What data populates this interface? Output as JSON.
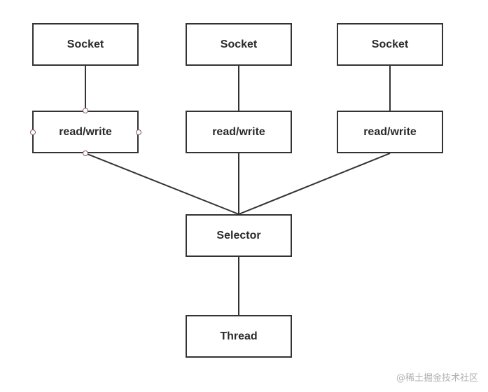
{
  "diagram": {
    "sockets": [
      {
        "label": "Socket"
      },
      {
        "label": "Socket"
      },
      {
        "label": "Socket"
      }
    ],
    "handlers": [
      {
        "label": "read/write"
      },
      {
        "label": "read/write"
      },
      {
        "label": "read/write"
      }
    ],
    "selector": {
      "label": "Selector"
    },
    "thread": {
      "label": "Thread"
    },
    "edges": [
      {
        "from": "socket-1",
        "to": "read-write-1"
      },
      {
        "from": "socket-2",
        "to": "read-write-2"
      },
      {
        "from": "socket-3",
        "to": "read-write-3"
      },
      {
        "from": "read-write-1",
        "to": "selector"
      },
      {
        "from": "read-write-2",
        "to": "selector"
      },
      {
        "from": "read-write-3",
        "to": "selector"
      },
      {
        "from": "selector",
        "to": "thread"
      }
    ],
    "colors": {
      "stroke": "#333333",
      "text": "#2b2b2b",
      "handle_border": "#8a5a66"
    }
  },
  "watermark": {
    "text": "@稀土掘金技术社区"
  }
}
